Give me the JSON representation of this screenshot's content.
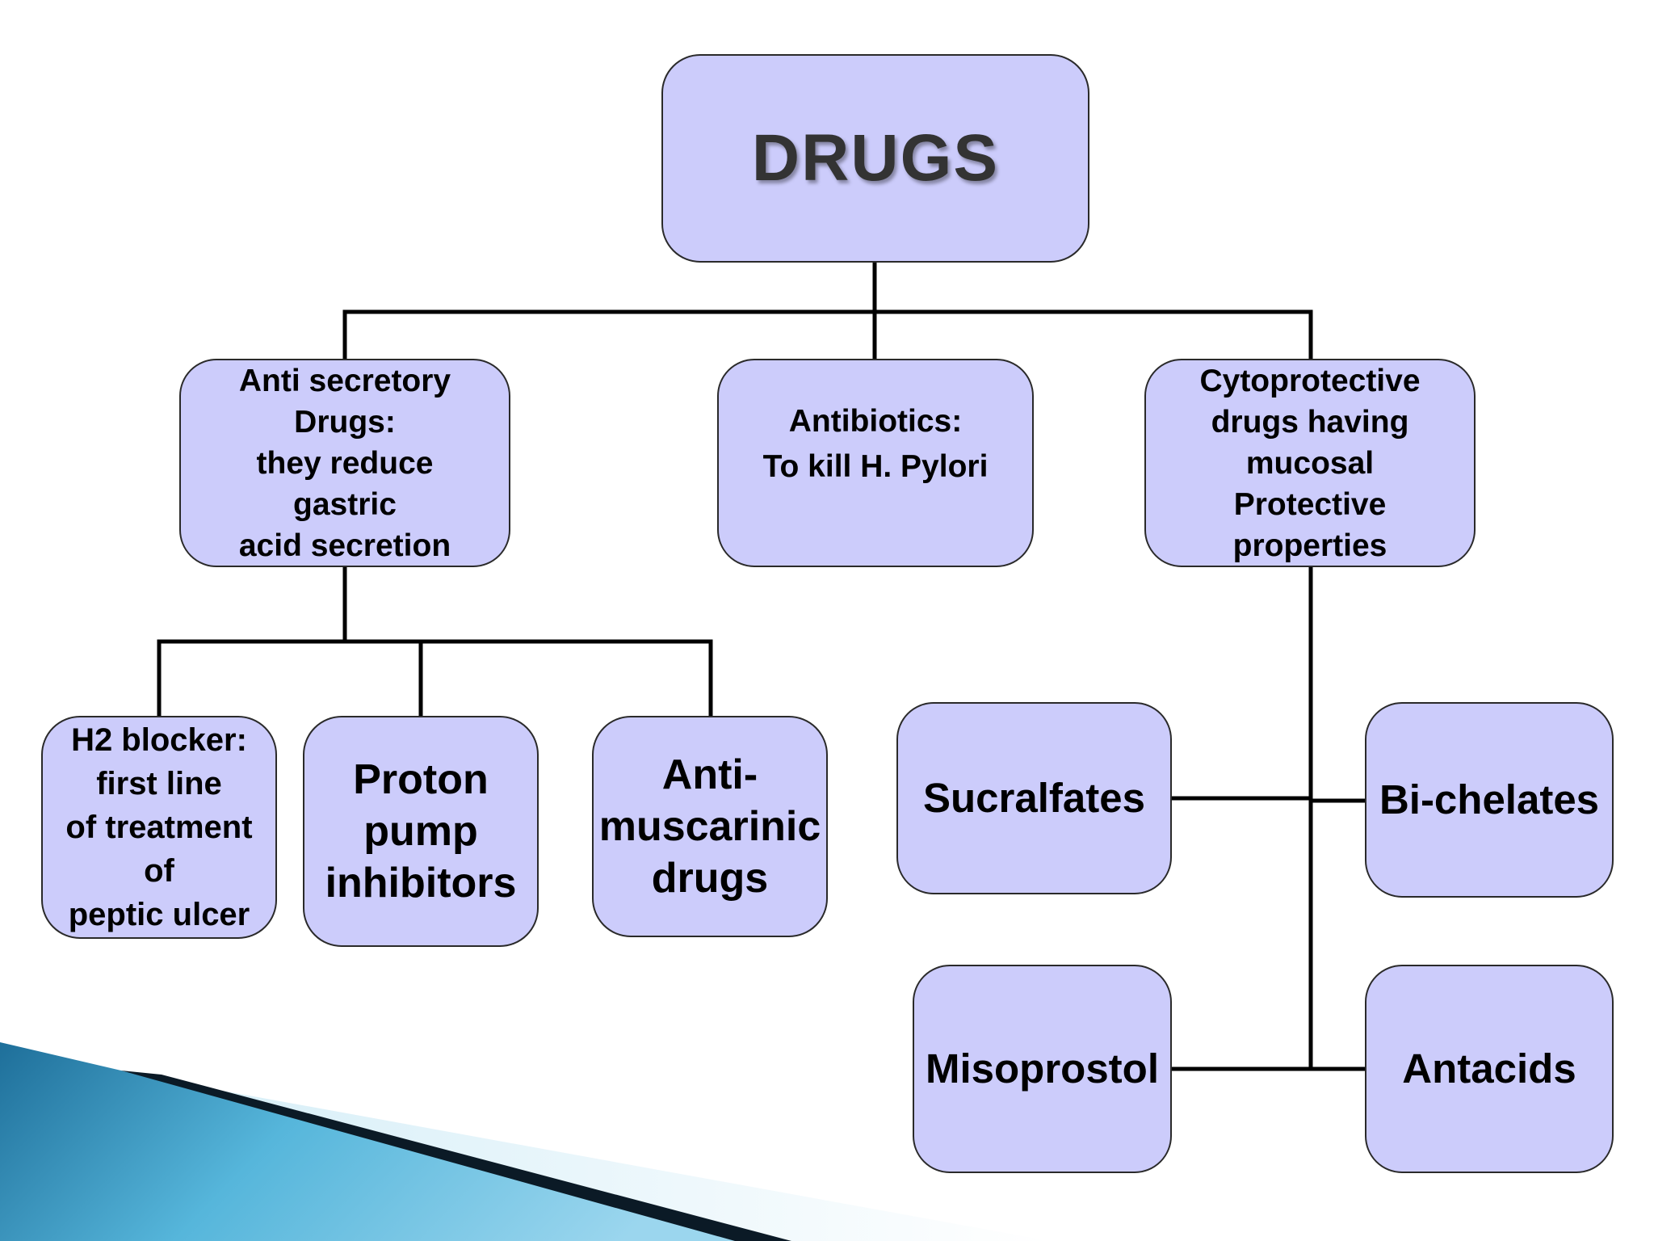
{
  "diagram": {
    "root": {
      "label": "DRUGS"
    },
    "categories": [
      {
        "id": "anti-secretory",
        "label": "Anti secretory\nDrugs:\nthey reduce\ngastric\nacid secretion"
      },
      {
        "id": "antibiotics",
        "label": "Antibiotics:\nTo kill H. Pylori"
      },
      {
        "id": "cytoprotective",
        "label": "Cytoprotective\ndrugs having\nmucosal\nProtective\nproperties"
      }
    ],
    "anti_secretory_children": [
      {
        "id": "h2-blocker",
        "label": "H2 blocker:\nfirst line\nof treatment\nof\npeptic ulcer"
      },
      {
        "id": "proton-pump",
        "label": "Proton\npump\ninhibitors"
      },
      {
        "id": "anti-muscarinic",
        "label": "Anti-\nmuscarinic\ndrugs"
      }
    ],
    "cytoprotective_children": [
      {
        "id": "sucralfates",
        "label": "Sucralfates"
      },
      {
        "id": "bi-chelates",
        "label": "Bi-chelates"
      },
      {
        "id": "misoprostol",
        "label": "Misoprostol"
      },
      {
        "id": "antacids",
        "label": "Antacids"
      }
    ]
  },
  "colors": {
    "node_fill": "#ccccfb",
    "node_border": "#2a2a2a",
    "connector": "#000000",
    "decor_dark": "#0b1a26",
    "decor_blue": "#2e8fc0",
    "decor_light": "#7cc7e6"
  }
}
